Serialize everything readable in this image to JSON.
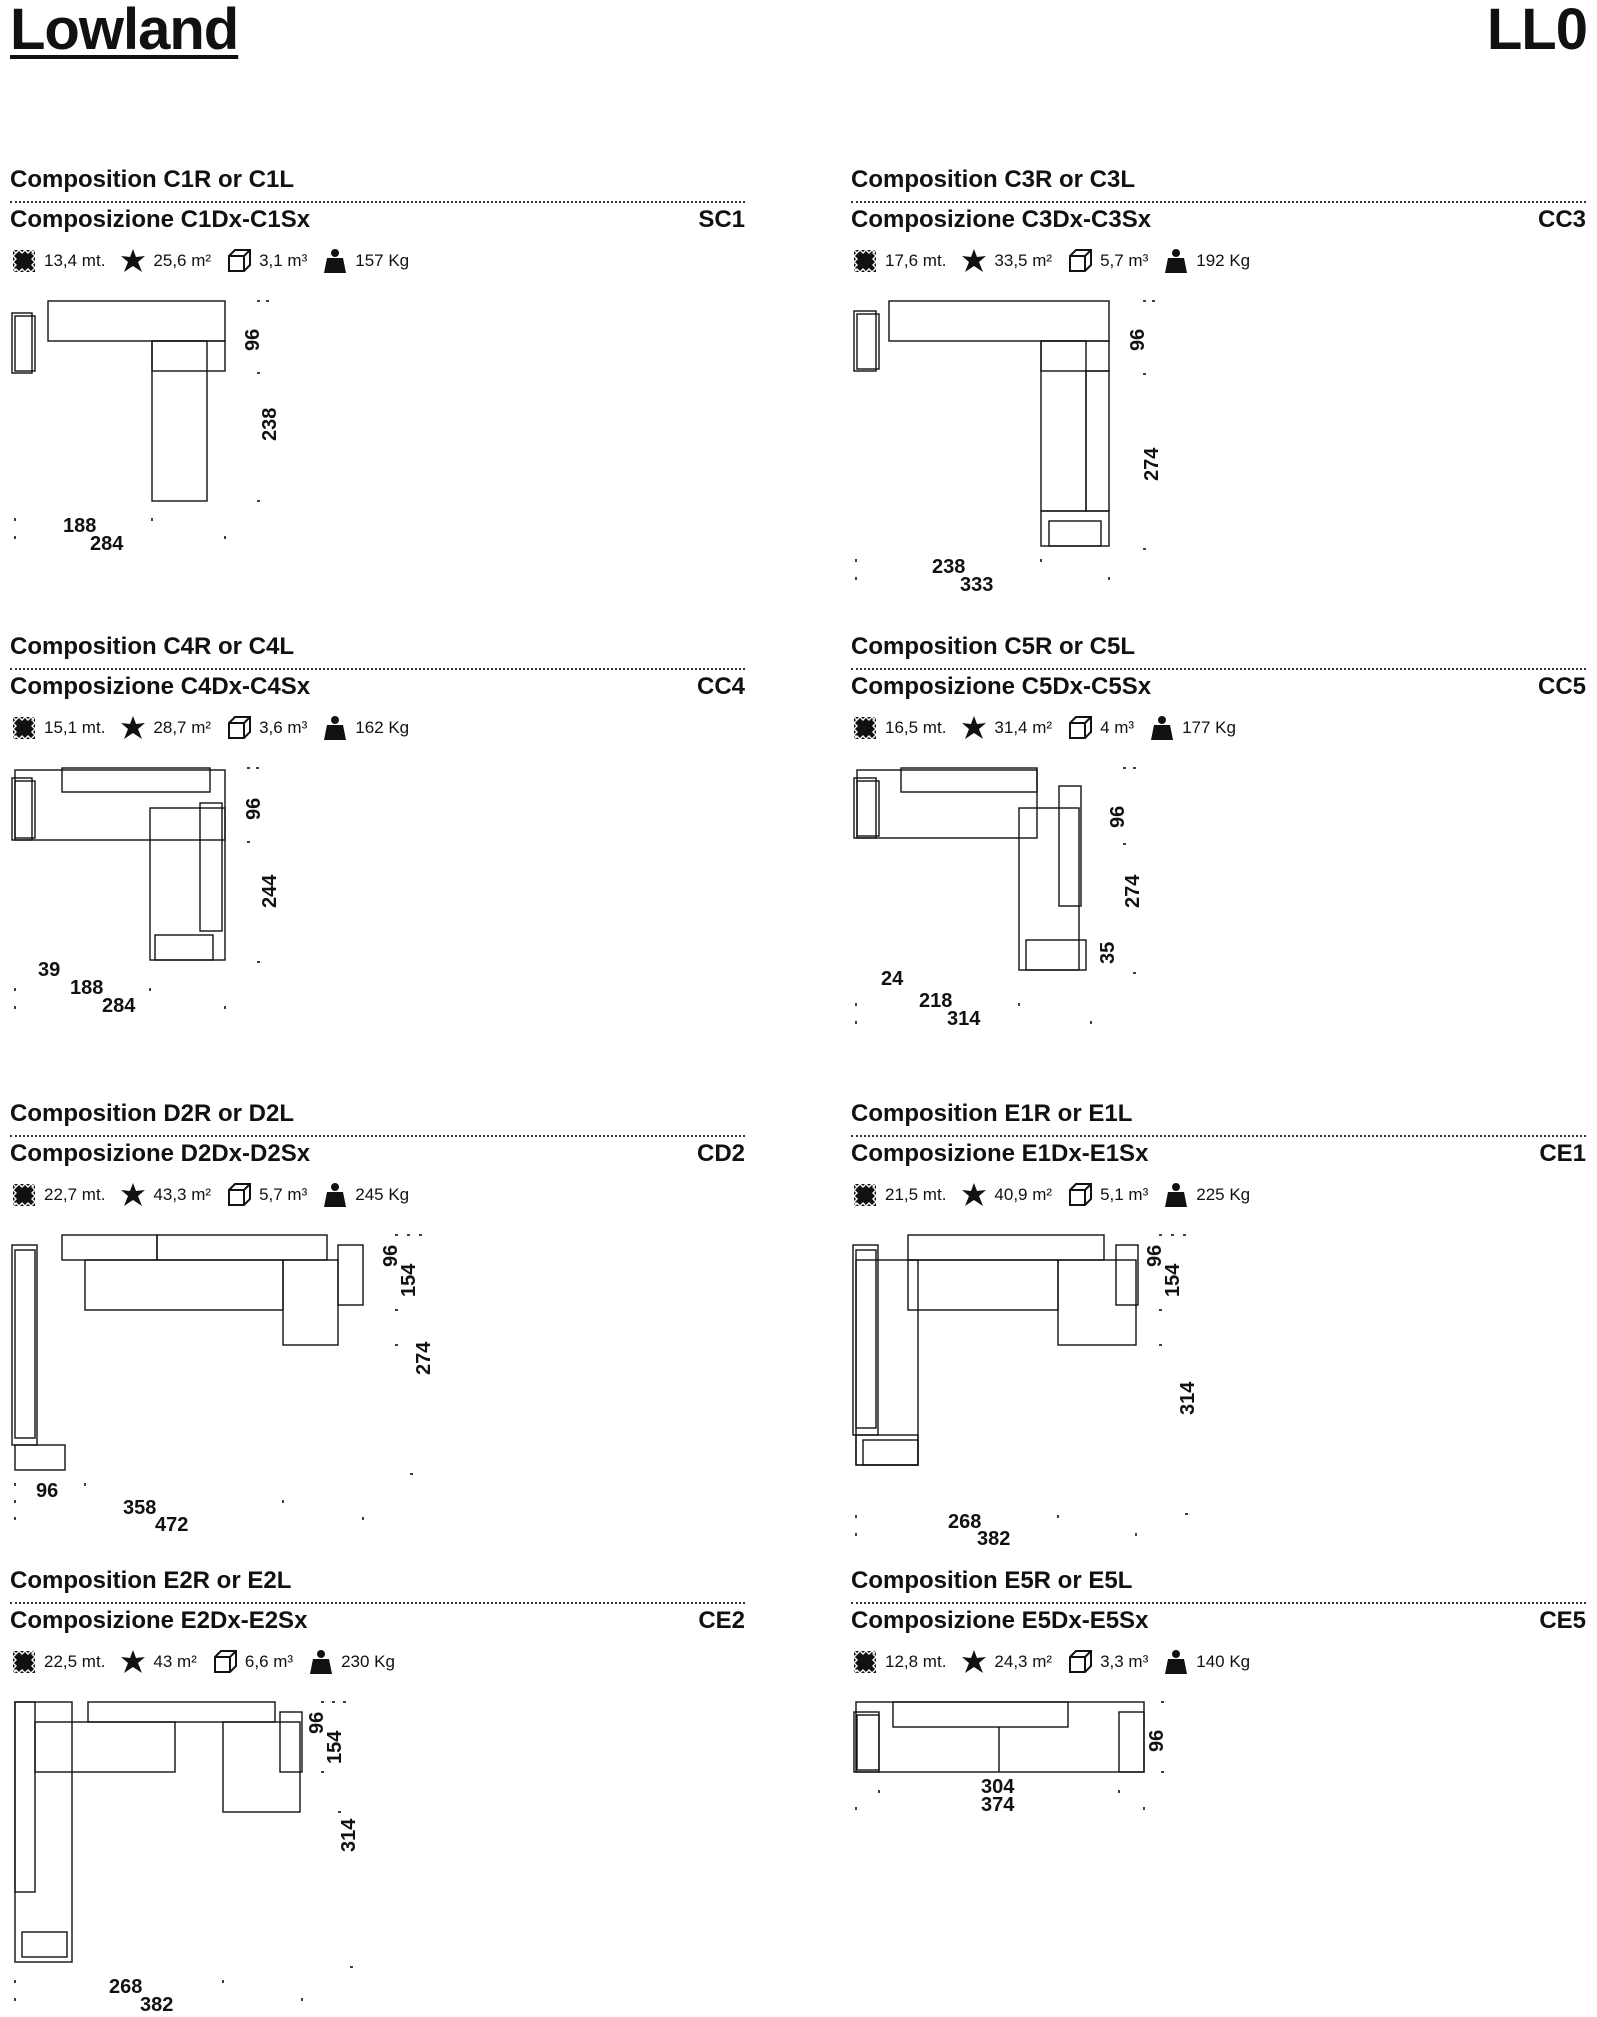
{
  "header": {
    "brand": "Lowland",
    "code": "LL0"
  },
  "compositions": [
    {
      "title_en": "Composition C1R or C1L",
      "title_it": "Composizione C1Dx-C1Sx",
      "model": "SC1",
      "length": "13,4 mt.",
      "area": "25,6 m²",
      "volume": "3,1 m³",
      "weight": "157 Kg",
      "dims": {
        "d96": "96",
        "depth": "238",
        "inner": "188",
        "total": "284"
      }
    },
    {
      "title_en": "Composition C3R or C3L",
      "title_it": "Composizione C3Dx-C3Sx",
      "model": "CC3",
      "length": "17,6 mt.",
      "area": "33,5 m²",
      "volume": "5,7 m³",
      "weight": "192 Kg",
      "dims": {
        "d96": "96",
        "depth": "274",
        "inner": "238",
        "total": "333"
      }
    },
    {
      "title_en": "Composition C4R or C4L",
      "title_it": "Composizione C4Dx-C4Sx",
      "model": "CC4",
      "length": "15,1 mt.",
      "area": "28,7 m²",
      "volume": "3,6 m³",
      "weight": "162 Kg",
      "dims": {
        "d96": "96",
        "depth": "244",
        "small": "39",
        "inner": "188",
        "total": "284"
      }
    },
    {
      "title_en": "Composition C5R or C5L",
      "title_it": "Composizione C5Dx-C5Sx",
      "model": "CC5",
      "length": "16,5 mt.",
      "area": "31,4 m²",
      "volume": "4 m³",
      "weight": "177 Kg",
      "dims": {
        "d96": "96",
        "depth": "274",
        "side": "35",
        "small": "24",
        "inner": "218",
        "total": "314"
      }
    },
    {
      "title_en": "Composition D2R or D2L",
      "title_it": "Composizione D2Dx-D2Sx",
      "model": "CD2",
      "length": "22,7 mt.",
      "area": "43,3 m²",
      "volume": "5,7 m³",
      "weight": "245 Kg",
      "dims": {
        "d96": "96",
        "mid": "154",
        "depth": "274",
        "small": "96",
        "inner": "358",
        "total": "472"
      }
    },
    {
      "title_en": "Composition E1R or E1L",
      "title_it": "Composizione E1Dx-E1Sx",
      "model": "CE1",
      "length": "21,5 mt.",
      "area": "40,9 m²",
      "volume": "5,1 m³",
      "weight": "225 Kg",
      "dims": {
        "d96": "96",
        "mid": "154",
        "depth": "314",
        "inner": "268",
        "total": "382"
      }
    },
    {
      "title_en": "Composition E2R or E2L",
      "title_it": "Composizione E2Dx-E2Sx",
      "model": "CE2",
      "length": "22,5 mt.",
      "area": "43 m²",
      "volume": "6,6 m³",
      "weight": "230 Kg",
      "dims": {
        "d96": "96",
        "mid": "154",
        "depth": "314",
        "inner": "268",
        "total": "382"
      }
    },
    {
      "title_en": "Composition E5R or E5L",
      "title_it": "Composizione E5Dx-E5Sx",
      "model": "CE5",
      "length": "12,8 mt.",
      "area": "24,3 m²",
      "volume": "3,3 m³",
      "weight": "140 Kg",
      "dims": {
        "d96": "96",
        "inner": "304",
        "total": "374"
      }
    }
  ]
}
